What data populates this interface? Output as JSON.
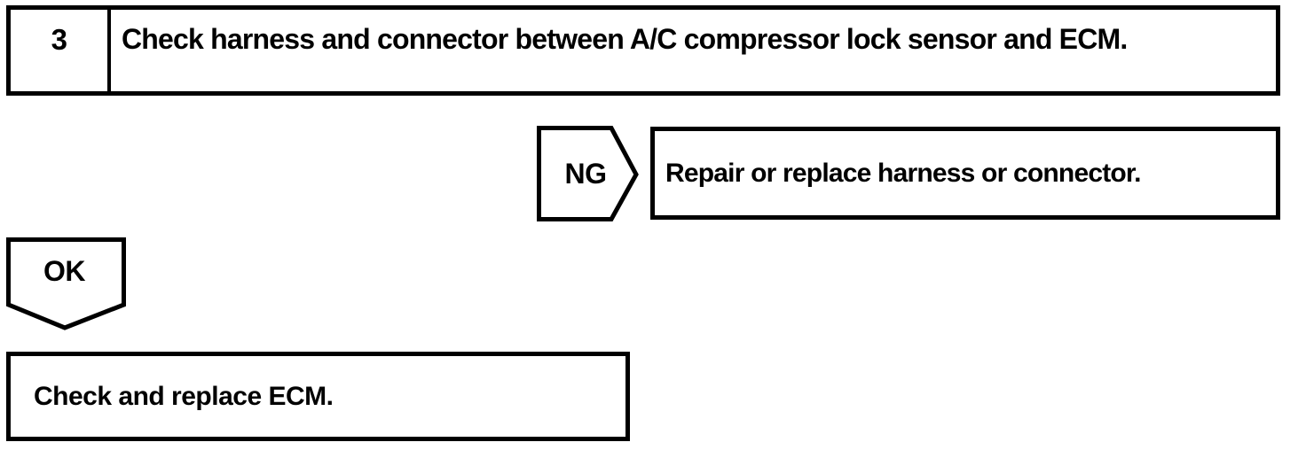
{
  "page": {
    "background_color": "#ffffff",
    "line_color": "#000000"
  },
  "flowchart": {
    "step": {
      "number": "3",
      "instruction": "Check harness and connector between A/C compressor lock sensor and ECM."
    },
    "ng_branch": {
      "label": "NG",
      "action": "Repair or replace harness or connector."
    },
    "ok_branch": {
      "label": "OK",
      "action": "Check and replace ECM."
    }
  }
}
